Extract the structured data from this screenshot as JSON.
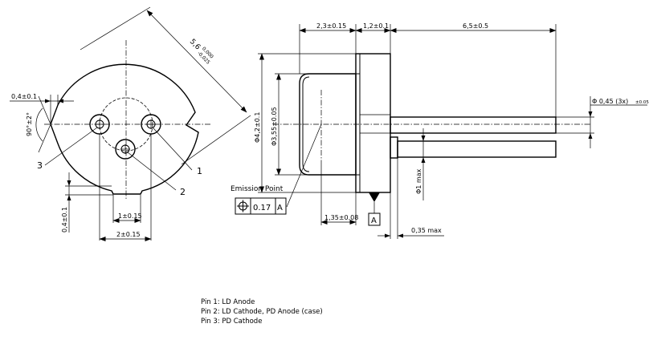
{
  "front_view": {
    "dim_diameter": "5,6",
    "dim_diameter_tol_upper": "0,000",
    "dim_diameter_tol_lower": "-0,025",
    "dim_notch_depth": "0,4±0.1",
    "dim_v_angle": "90°±2°",
    "dim_bottom_notch": "0,4±0.1",
    "dim_1": "1±0.15",
    "dim_2": "2±0.15",
    "pin_label_1": "1",
    "pin_label_2": "2",
    "pin_label_3": "3"
  },
  "side_view": {
    "dim_cap_length": "2,3±0.15",
    "dim_flange_width": "1,2±0.1",
    "dim_lead_length": "6,5±0.5",
    "dim_lead_diameter": "Φ 0,45 (3x)",
    "dim_lead_diameter_tol": "±0.05",
    "dim_flange_diameter": "Φ4,2±0.1",
    "dim_cap_diameter": "Φ3,55±0.05",
    "dim_lead_max": "Φ1 max",
    "dim_emission_depth": "1,35±0.08",
    "dim_recess_max": "0,35 max",
    "datum_letter": "A",
    "emission_point_label": "Emission Point",
    "tolerance_value": "0.17",
    "tolerance_datum": "A"
  },
  "pin_notes": [
    "Pin 1: LD Anode",
    "Pin 2: LD Cathode, PD Anode (case)",
    "Pin 3: PD Cathode"
  ]
}
